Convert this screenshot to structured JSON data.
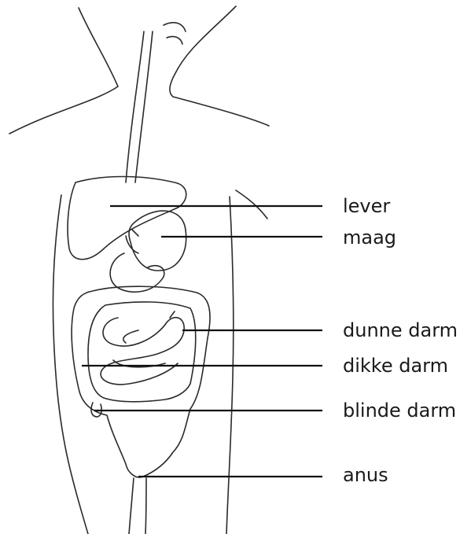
{
  "labels": {
    "lever": "lever",
    "maag": "maag",
    "dunne_darm": "dunne darm",
    "dikke_darm": "dikke darm",
    "blinde_darm": "blinde darm",
    "anus": "anus"
  },
  "colors": {
    "ink": "#2a2a2a",
    "leader": "#111111",
    "background": "#ffffff"
  }
}
